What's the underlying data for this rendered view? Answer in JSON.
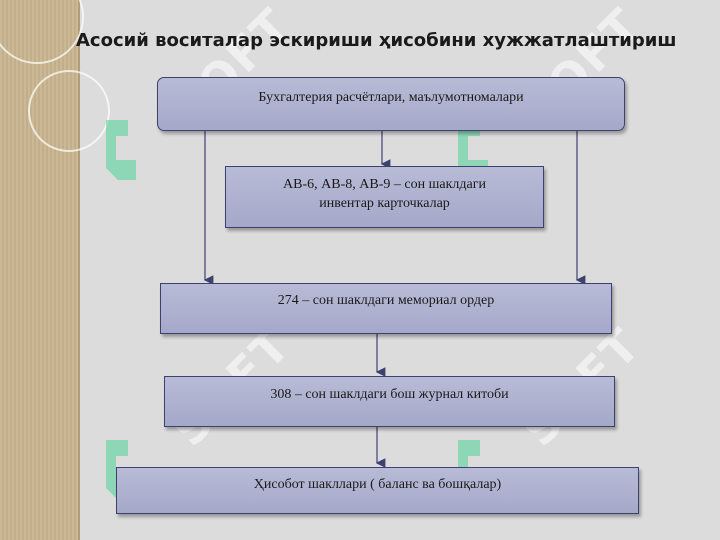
{
  "title": "Асосий воситалар эскириши ҳисобини хужжатлаштириш",
  "boxes": {
    "b1": "Бухгалтерия расчётлари,  маълумотномалари",
    "b2_line1": "АВ-6, АВ-8, АВ-9 – сон шаклдаги",
    "b2_line2": "инвентар карточкалар",
    "b3": "274 – сон шаклдаги мемориал ордер",
    "b4": "308 – сон шаклдаги бош журнал китоби",
    "b5": "Ҳисобот шакллари ( баланс ва бошқалар)"
  },
  "watermark_text": "SOFT",
  "colors": {
    "box_fill": "#a5a9c9",
    "box_border": "#3e4170",
    "watermark_green": "#3fd18f"
  }
}
